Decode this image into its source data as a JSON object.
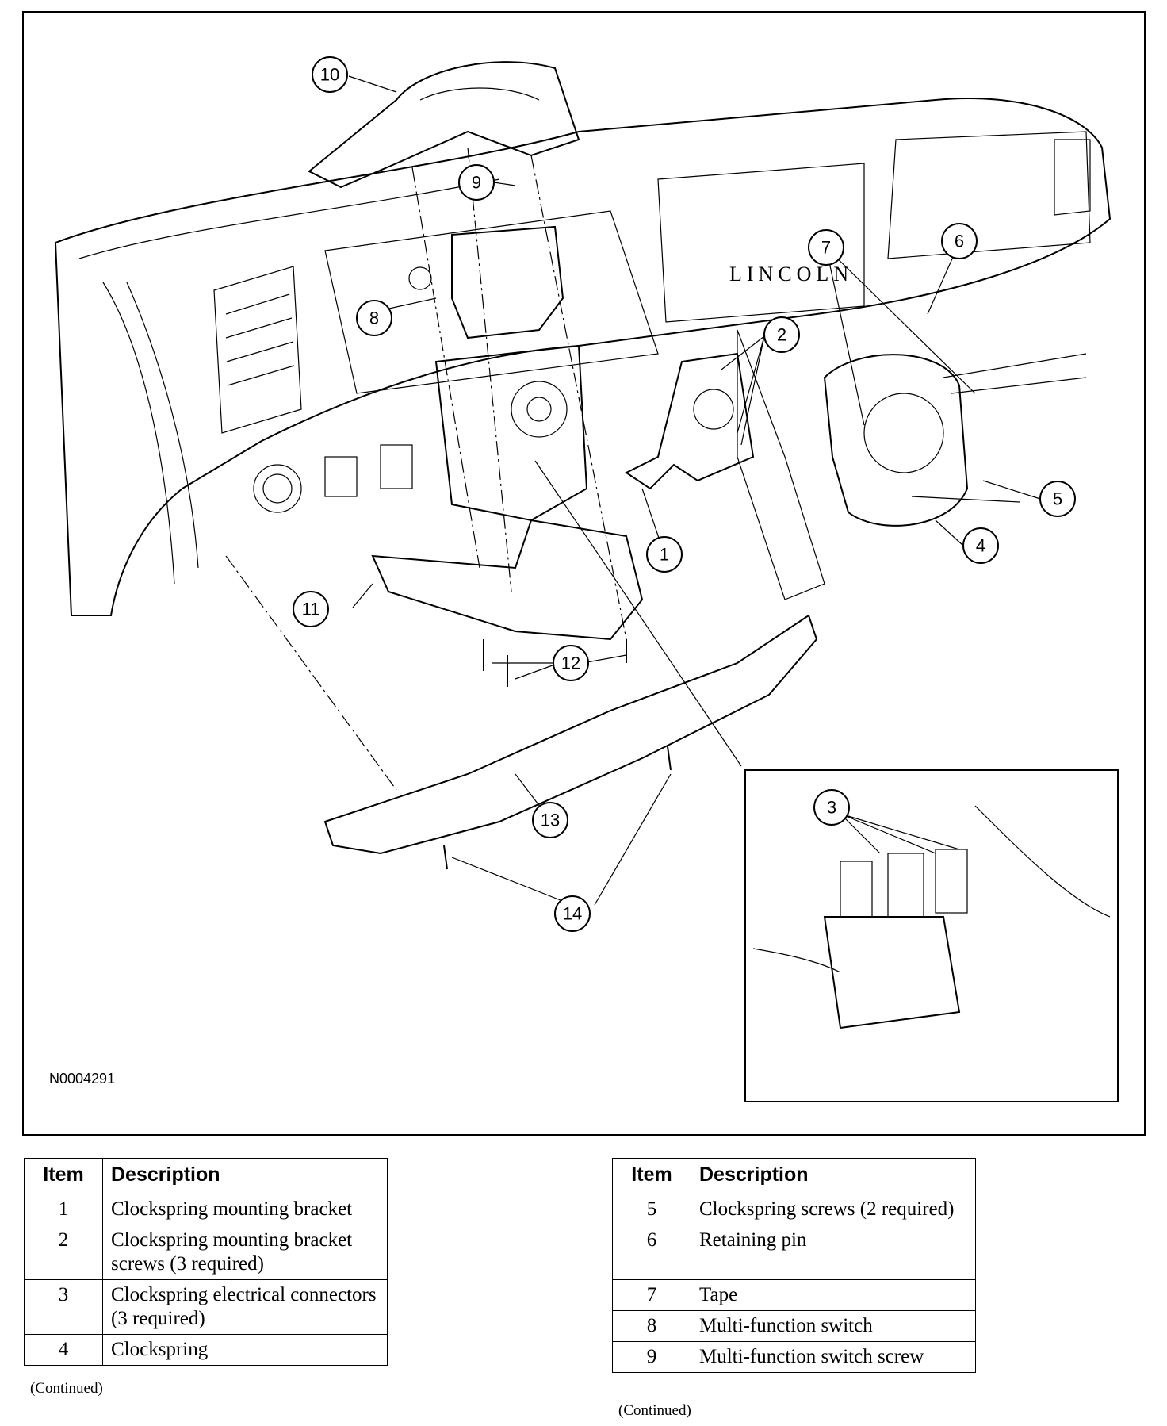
{
  "figure": {
    "id_label": "N0004291",
    "brand_text": "LINCOLN",
    "callouts": [
      "1",
      "2",
      "3",
      "4",
      "5",
      "6",
      "7",
      "8",
      "9",
      "10",
      "11",
      "12",
      "13",
      "14"
    ]
  },
  "tables": [
    {
      "headers": {
        "item": "Item",
        "description": "Description"
      },
      "rows": [
        {
          "item": "1",
          "description": "Clockspring mounting bracket"
        },
        {
          "item": "2",
          "description": "Clockspring mounting bracket screws (3 required)"
        },
        {
          "item": "3",
          "description": "Clockspring electrical connectors (3 required)"
        },
        {
          "item": "4",
          "description": "Clockspring"
        }
      ],
      "continued": "(Continued)"
    },
    {
      "headers": {
        "item": "Item",
        "description": "Description"
      },
      "rows": [
        {
          "item": "5",
          "description": "Clockspring screws (2 required)"
        },
        {
          "item": "6",
          "description": "Retaining pin"
        },
        {
          "item": "7",
          "description": "Tape"
        },
        {
          "item": "8",
          "description": "Multi-function switch"
        },
        {
          "item": "9",
          "description": "Multi-function switch screw"
        }
      ],
      "continued": "(Continued)"
    }
  ]
}
